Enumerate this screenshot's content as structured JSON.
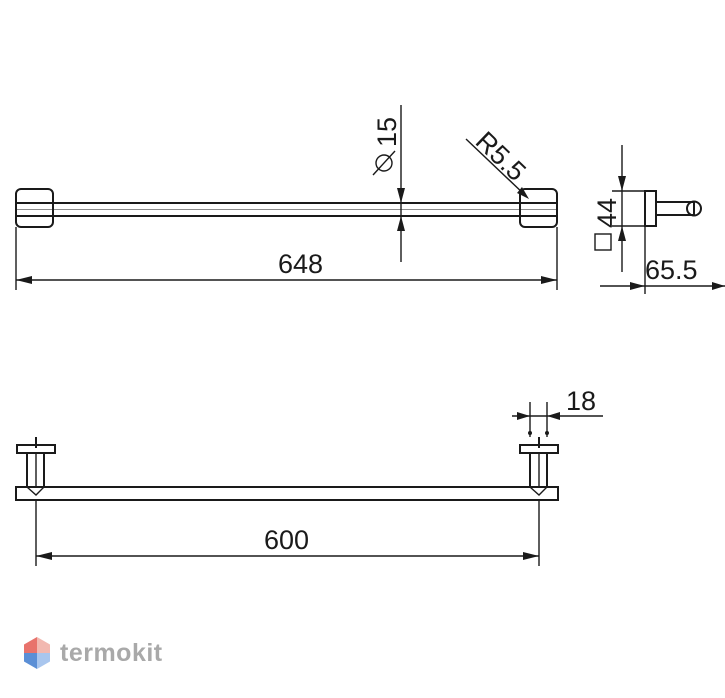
{
  "dimensions": {
    "overall_length": "648",
    "tube_diameter": "15",
    "radius": "R5.5",
    "bracket_size": "44",
    "projection": "65.5",
    "mount_width": "18",
    "center_distance": "600"
  },
  "brand": {
    "name": "termokit",
    "logo_colors": [
      "#e8736c",
      "#f2b8b0",
      "#5b8fd6",
      "#a9c6ee"
    ],
    "text_color": "#a9a9a9"
  },
  "colors": {
    "ink": "#1a1a1a",
    "background": "#ffffff"
  }
}
